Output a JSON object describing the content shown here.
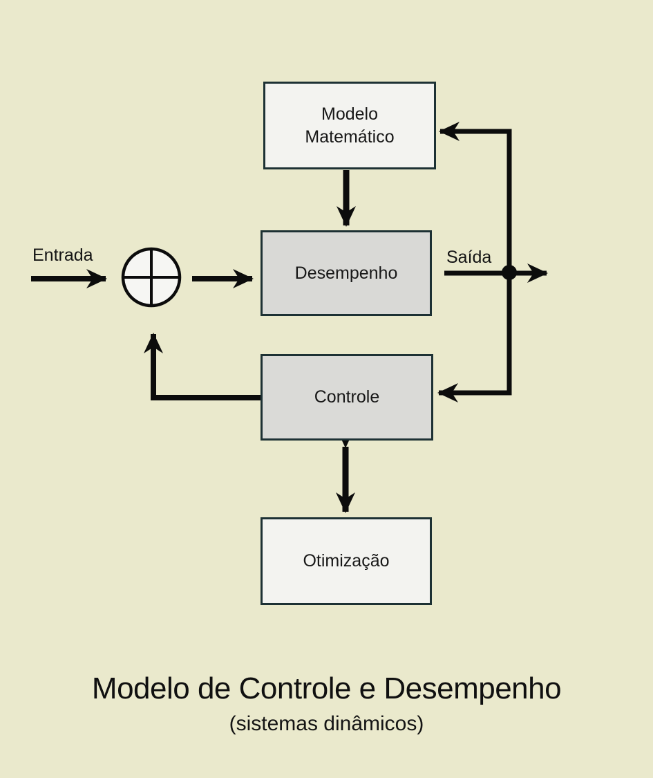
{
  "diagram": {
    "title": "Modelo de Controle e Desempenho",
    "subtitle": "(sistemas dinâmicos)",
    "background_color": "#eae9cc",
    "box_border_color": "#1d3134",
    "arrow_color": "#0c0c0c",
    "nodes": {
      "modelo": {
        "label": "Modelo Matemático",
        "fill": "#f3f3f0"
      },
      "desempenho": {
        "label": "Desempenho",
        "fill": "#d9d9d6"
      },
      "controle": {
        "label": "Controle",
        "fill": "#dadad7"
      },
      "otimizacao": {
        "label": "Otimização",
        "fill": "#f3f3f0"
      }
    },
    "flow_labels": {
      "input": "Entrada",
      "output": "Saída"
    },
    "edges": [
      {
        "from": "Entrada",
        "to": "summing-junction",
        "style": "arrow"
      },
      {
        "from": "summing-junction",
        "to": "Desempenho",
        "style": "arrow"
      },
      {
        "from": "Modelo Matemático",
        "to": "Desempenho",
        "style": "arrow"
      },
      {
        "from": "Desempenho",
        "to": "Saída",
        "style": "arrow-with-branch-dot"
      },
      {
        "from": "Saída branch",
        "to": "Modelo Matemático",
        "style": "feedback-arrow"
      },
      {
        "from": "Saída branch",
        "to": "Controle",
        "style": "feedback-arrow"
      },
      {
        "from": "Controle",
        "to": "summing-junction",
        "style": "feedback-arrow"
      },
      {
        "from": "Controle",
        "to": "Otimização",
        "style": "double-arrow"
      }
    ]
  }
}
